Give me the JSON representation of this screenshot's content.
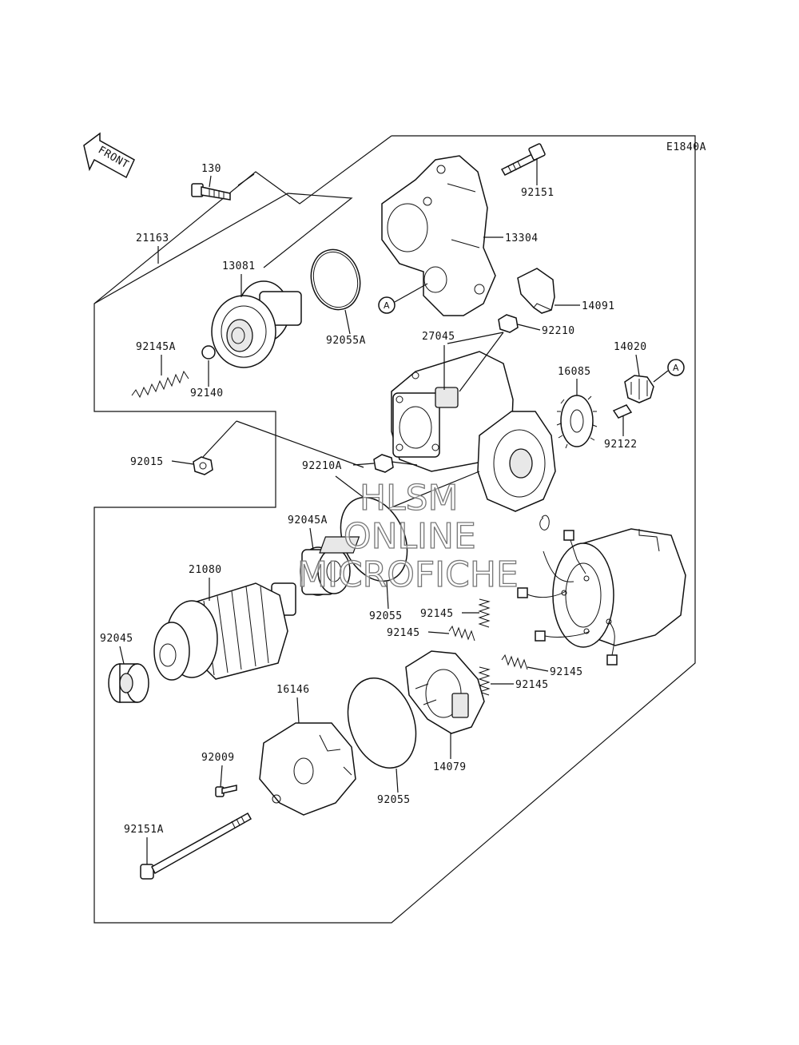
{
  "diagram_code": "E1840A",
  "front_label": "FRONT",
  "ref_marker": "A",
  "watermark": [
    "HLSM",
    "ONLINE",
    "MICROFICHE"
  ],
  "parts": [
    {
      "id": "130",
      "label": "130"
    },
    {
      "id": "21163",
      "label": "21163"
    },
    {
      "id": "13081",
      "label": "13081"
    },
    {
      "id": "92145A",
      "label": "92145A"
    },
    {
      "id": "92140",
      "label": "92140"
    },
    {
      "id": "92055A",
      "label": "92055A"
    },
    {
      "id": "92151",
      "label": "92151"
    },
    {
      "id": "13304",
      "label": "13304"
    },
    {
      "id": "14091",
      "label": "14091"
    },
    {
      "id": "27045",
      "label": "27045"
    },
    {
      "id": "92210",
      "label": "92210"
    },
    {
      "id": "14020",
      "label": "14020"
    },
    {
      "id": "16085",
      "label": "16085"
    },
    {
      "id": "92122",
      "label": "92122"
    },
    {
      "id": "92015",
      "label": "92015"
    },
    {
      "id": "92210A",
      "label": "92210A"
    },
    {
      "id": "92045A",
      "label": "92045A"
    },
    {
      "id": "21080",
      "label": "21080"
    },
    {
      "id": "92055-upper",
      "label": "92055"
    },
    {
      "id": "92145-1",
      "label": "92145"
    },
    {
      "id": "92145-2",
      "label": "92145"
    },
    {
      "id": "92145-3",
      "label": "92145"
    },
    {
      "id": "92145-4",
      "label": "92145"
    },
    {
      "id": "92045",
      "label": "92045"
    },
    {
      "id": "16146",
      "label": "16146"
    },
    {
      "id": "14079",
      "label": "14079"
    },
    {
      "id": "92009",
      "label": "92009"
    },
    {
      "id": "92055-lower",
      "label": "92055"
    },
    {
      "id": "92151A",
      "label": "92151A"
    }
  ]
}
